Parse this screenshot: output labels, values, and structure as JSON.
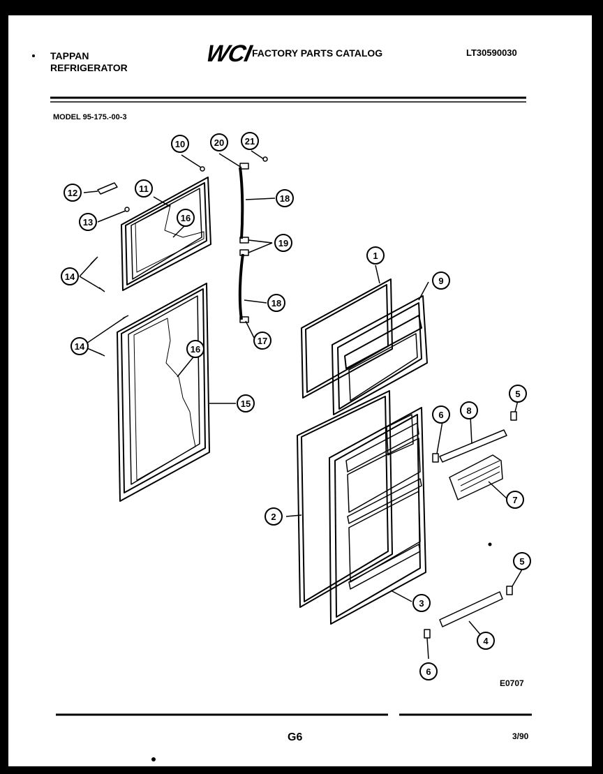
{
  "header": {
    "brand_line1": "TAPPAN",
    "brand_line2": "REFRIGERATOR",
    "logo": "WCI",
    "catalog_title": "FACTORY PARTS CATALOG",
    "catalog_number": "LT30590030"
  },
  "model": "MODEL 95-175.-00-3",
  "callouts": [
    "1",
    "2",
    "3",
    "4",
    "5",
    "5",
    "6",
    "6",
    "7",
    "8",
    "9",
    "10",
    "11",
    "12",
    "13",
    "14",
    "14",
    "15",
    "16",
    "16",
    "17",
    "18",
    "18",
    "19",
    "20",
    "21"
  ],
  "diagram_code": "E0707",
  "footer": {
    "page": "G6",
    "date": "3/90"
  },
  "colors": {
    "paper": "#ffffff",
    "ink": "#000000",
    "background": "#000000"
  }
}
